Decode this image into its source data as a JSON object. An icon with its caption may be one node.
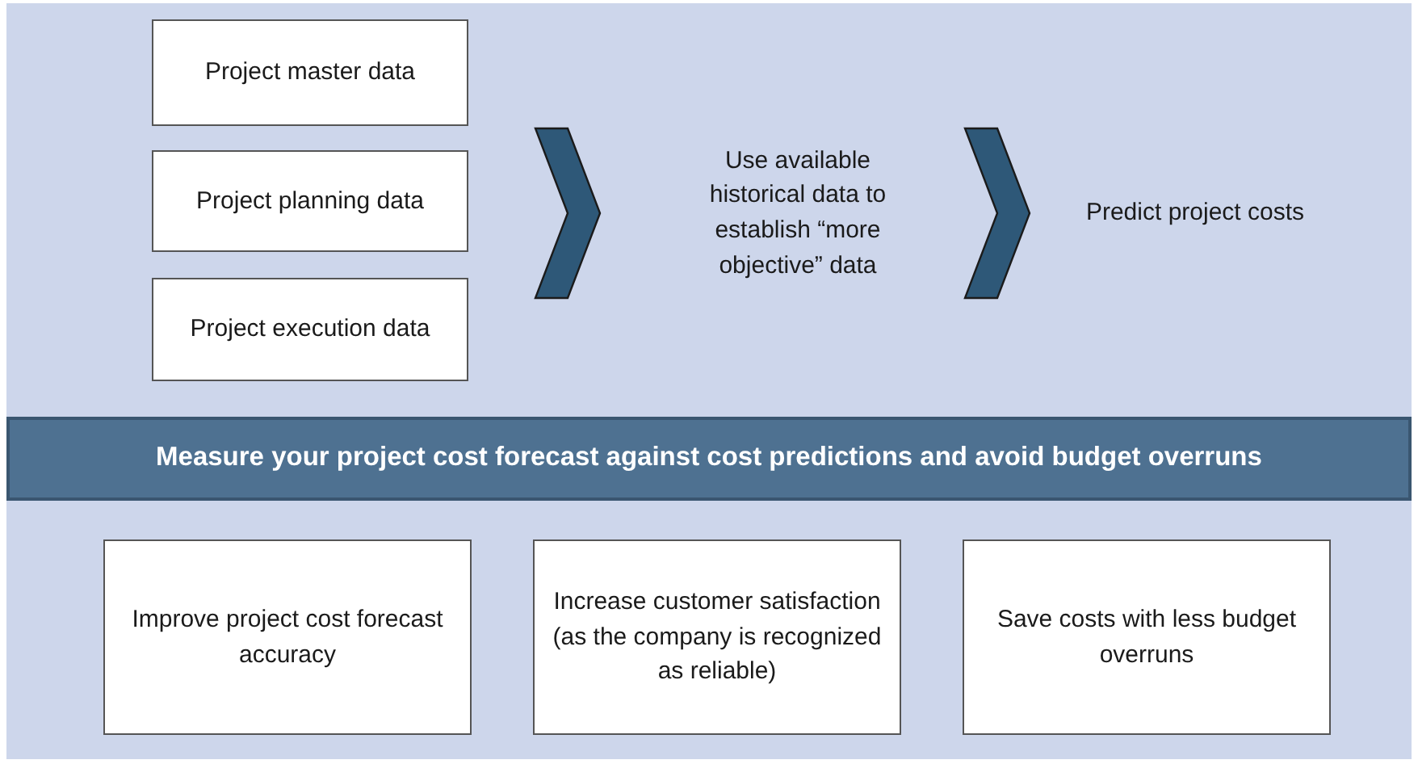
{
  "diagram": {
    "nodes": [
      {
        "text": [
          "Project master data"
        ]
      },
      {
        "text": [
          "Project planning data"
        ]
      },
      {
        "text": [
          "Project execution data"
        ]
      },
      {
        "text": [
          "Use available historical data to establish “more objective” data"
        ]
      },
      {
        "text": [
          "Predict project costs"
        ]
      },
      {
        "text": [
          "Measure your project cost forecast against cost predictions and avoid budget overruns"
        ]
      },
      {
        "text": [
          "Improve project cost forecast accuracy"
        ]
      },
      {
        "text": [
          "Increase customer satisfaction (as the company is recognized as reliable)"
        ]
      },
      {
        "text": [
          "Save costs with less budget overruns"
        ]
      }
    ],
    "edges": [
      {
        "from": 0,
        "to": 3,
        "arrow": "to"
      },
      {
        "from": 1,
        "to": 3,
        "arrow": "to"
      },
      {
        "from": 2,
        "to": 3,
        "arrow": "to"
      },
      {
        "from": 3,
        "to": 4,
        "arrow": "to"
      }
    ]
  }
}
